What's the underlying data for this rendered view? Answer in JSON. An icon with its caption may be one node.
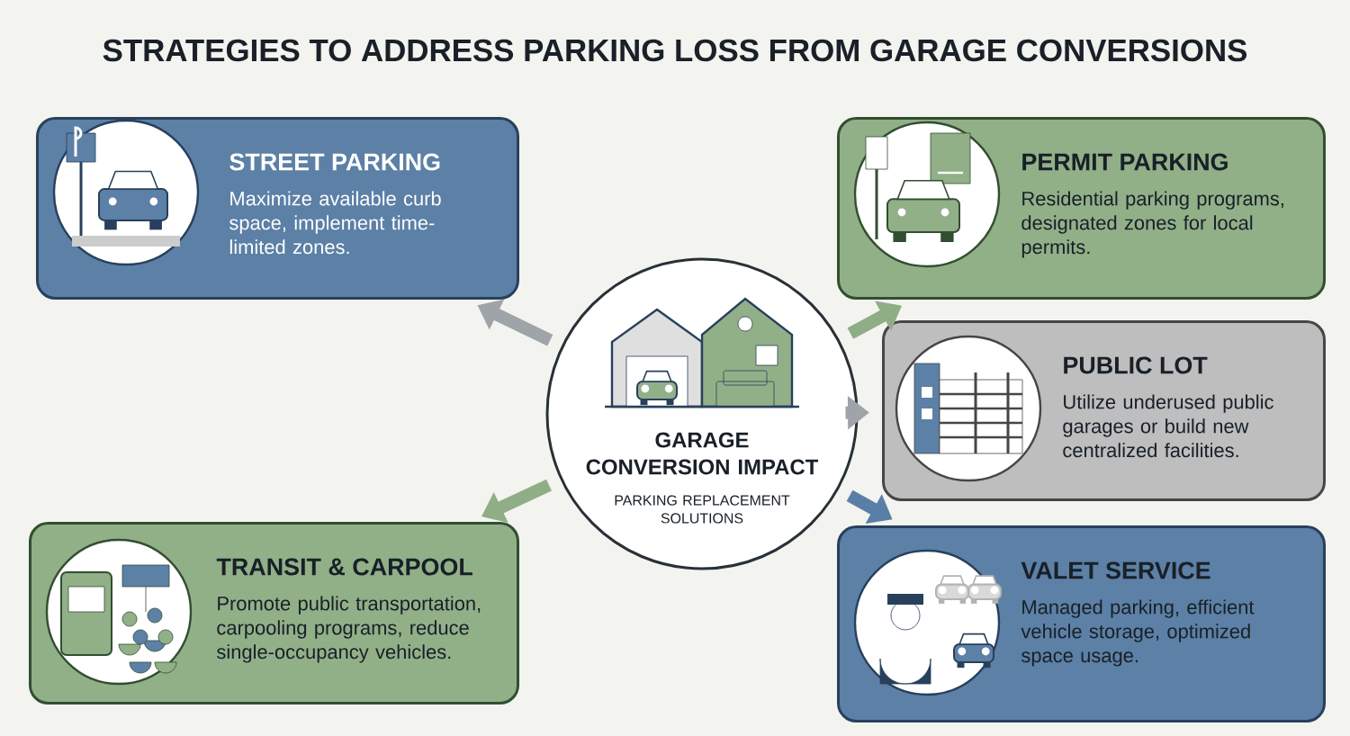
{
  "diagram": {
    "title": "STRATEGIES TO ADDRESS PARKING LOSS FROM GARAGE CONVERSIONS",
    "nodes": [
      {
        "text": [
          "GARAGE CONVERSION IMPACT",
          "PARKING REPLACEMENT SOLUTIONS"
        ]
      },
      {
        "text": [
          "STREET PARKING",
          "Maximize available curb space, implement time-limited zones."
        ]
      },
      {
        "text": [
          "PERMIT PARKING",
          "Residential parking programs, designated zones for local permits."
        ]
      },
      {
        "text": [
          "PUBLIC LOT",
          "Utilize underused public garages or build new centralized facilities."
        ]
      },
      {
        "text": [
          "TRANSIT & CARPOOL",
          "Promote public transportation, carpooling programs, reduce single-occupancy vehicles."
        ]
      },
      {
        "text": [
          "VALET SERVICE",
          "Managed parking, efficient vehicle storage, optimized space usage."
        ]
      }
    ],
    "edges": [
      {
        "from": 0,
        "to": 1,
        "arrow": "to",
        "color": "#9ea4a8"
      },
      {
        "from": 0,
        "to": 2,
        "arrow": "to",
        "color": "#8fae86"
      },
      {
        "from": 0,
        "to": 3,
        "arrow": "to",
        "color": "#9ea4a8"
      },
      {
        "from": 0,
        "to": 4,
        "arrow": "to",
        "color": "#8fae86"
      },
      {
        "from": 0,
        "to": 5,
        "arrow": "to",
        "color": "#5a7fa6"
      }
    ]
  }
}
